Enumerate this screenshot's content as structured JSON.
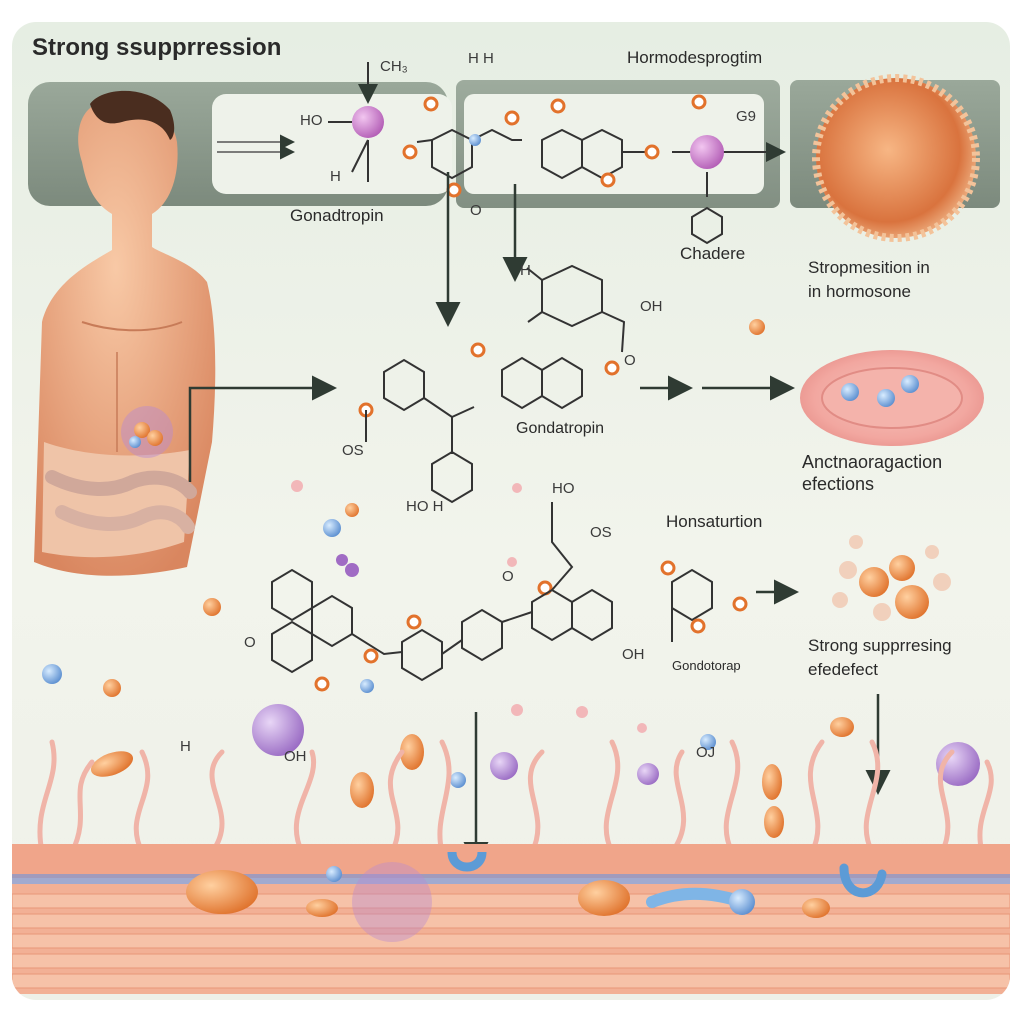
{
  "title": "Strong ssupprression",
  "labels": {
    "hormone_top": "Hormodesprogtim",
    "gonadotropin_1": "Gonadtropin",
    "gonadotropin_2": "Gondatropin",
    "chadere": "Chadere",
    "suppression_in": "Stropmesition in",
    "in_hormone": "in hormosone",
    "antagonist_1": "Anctnaoragaction",
    "antagonist_2": "efections",
    "honsaturation": "Honsaturtion",
    "strong_1": "Strong supprresing",
    "strong_2": "efedefect",
    "gonado_small": "Gondotorap"
  },
  "chem": {
    "ch3": "CH₃",
    "hh": "H H",
    "hos": "HO",
    "h_small": "H",
    "o_sub": "O",
    "g9": "G9",
    "oh_1": "OH",
    "oh_2": "O",
    "os_1": "OS",
    "hoh": "HO H",
    "h_top": "H",
    "o3": "O",
    "hos_2": "HO",
    "os_2": "OS",
    "oh_3": "OH",
    "o_bottom1": "O",
    "h_bottom": "H",
    "od_bottom": "OH",
    "oj_bottom": "OJ"
  },
  "colors": {
    "panel_bg": "#e8efe6",
    "skin": "#e8a27a",
    "oxygen": "#e2722c",
    "nitrogen": "#cc2a3c",
    "atom_purple": "#c777c9",
    "membrane": "#f0a58a",
    "arrow": "#2f3b33"
  }
}
